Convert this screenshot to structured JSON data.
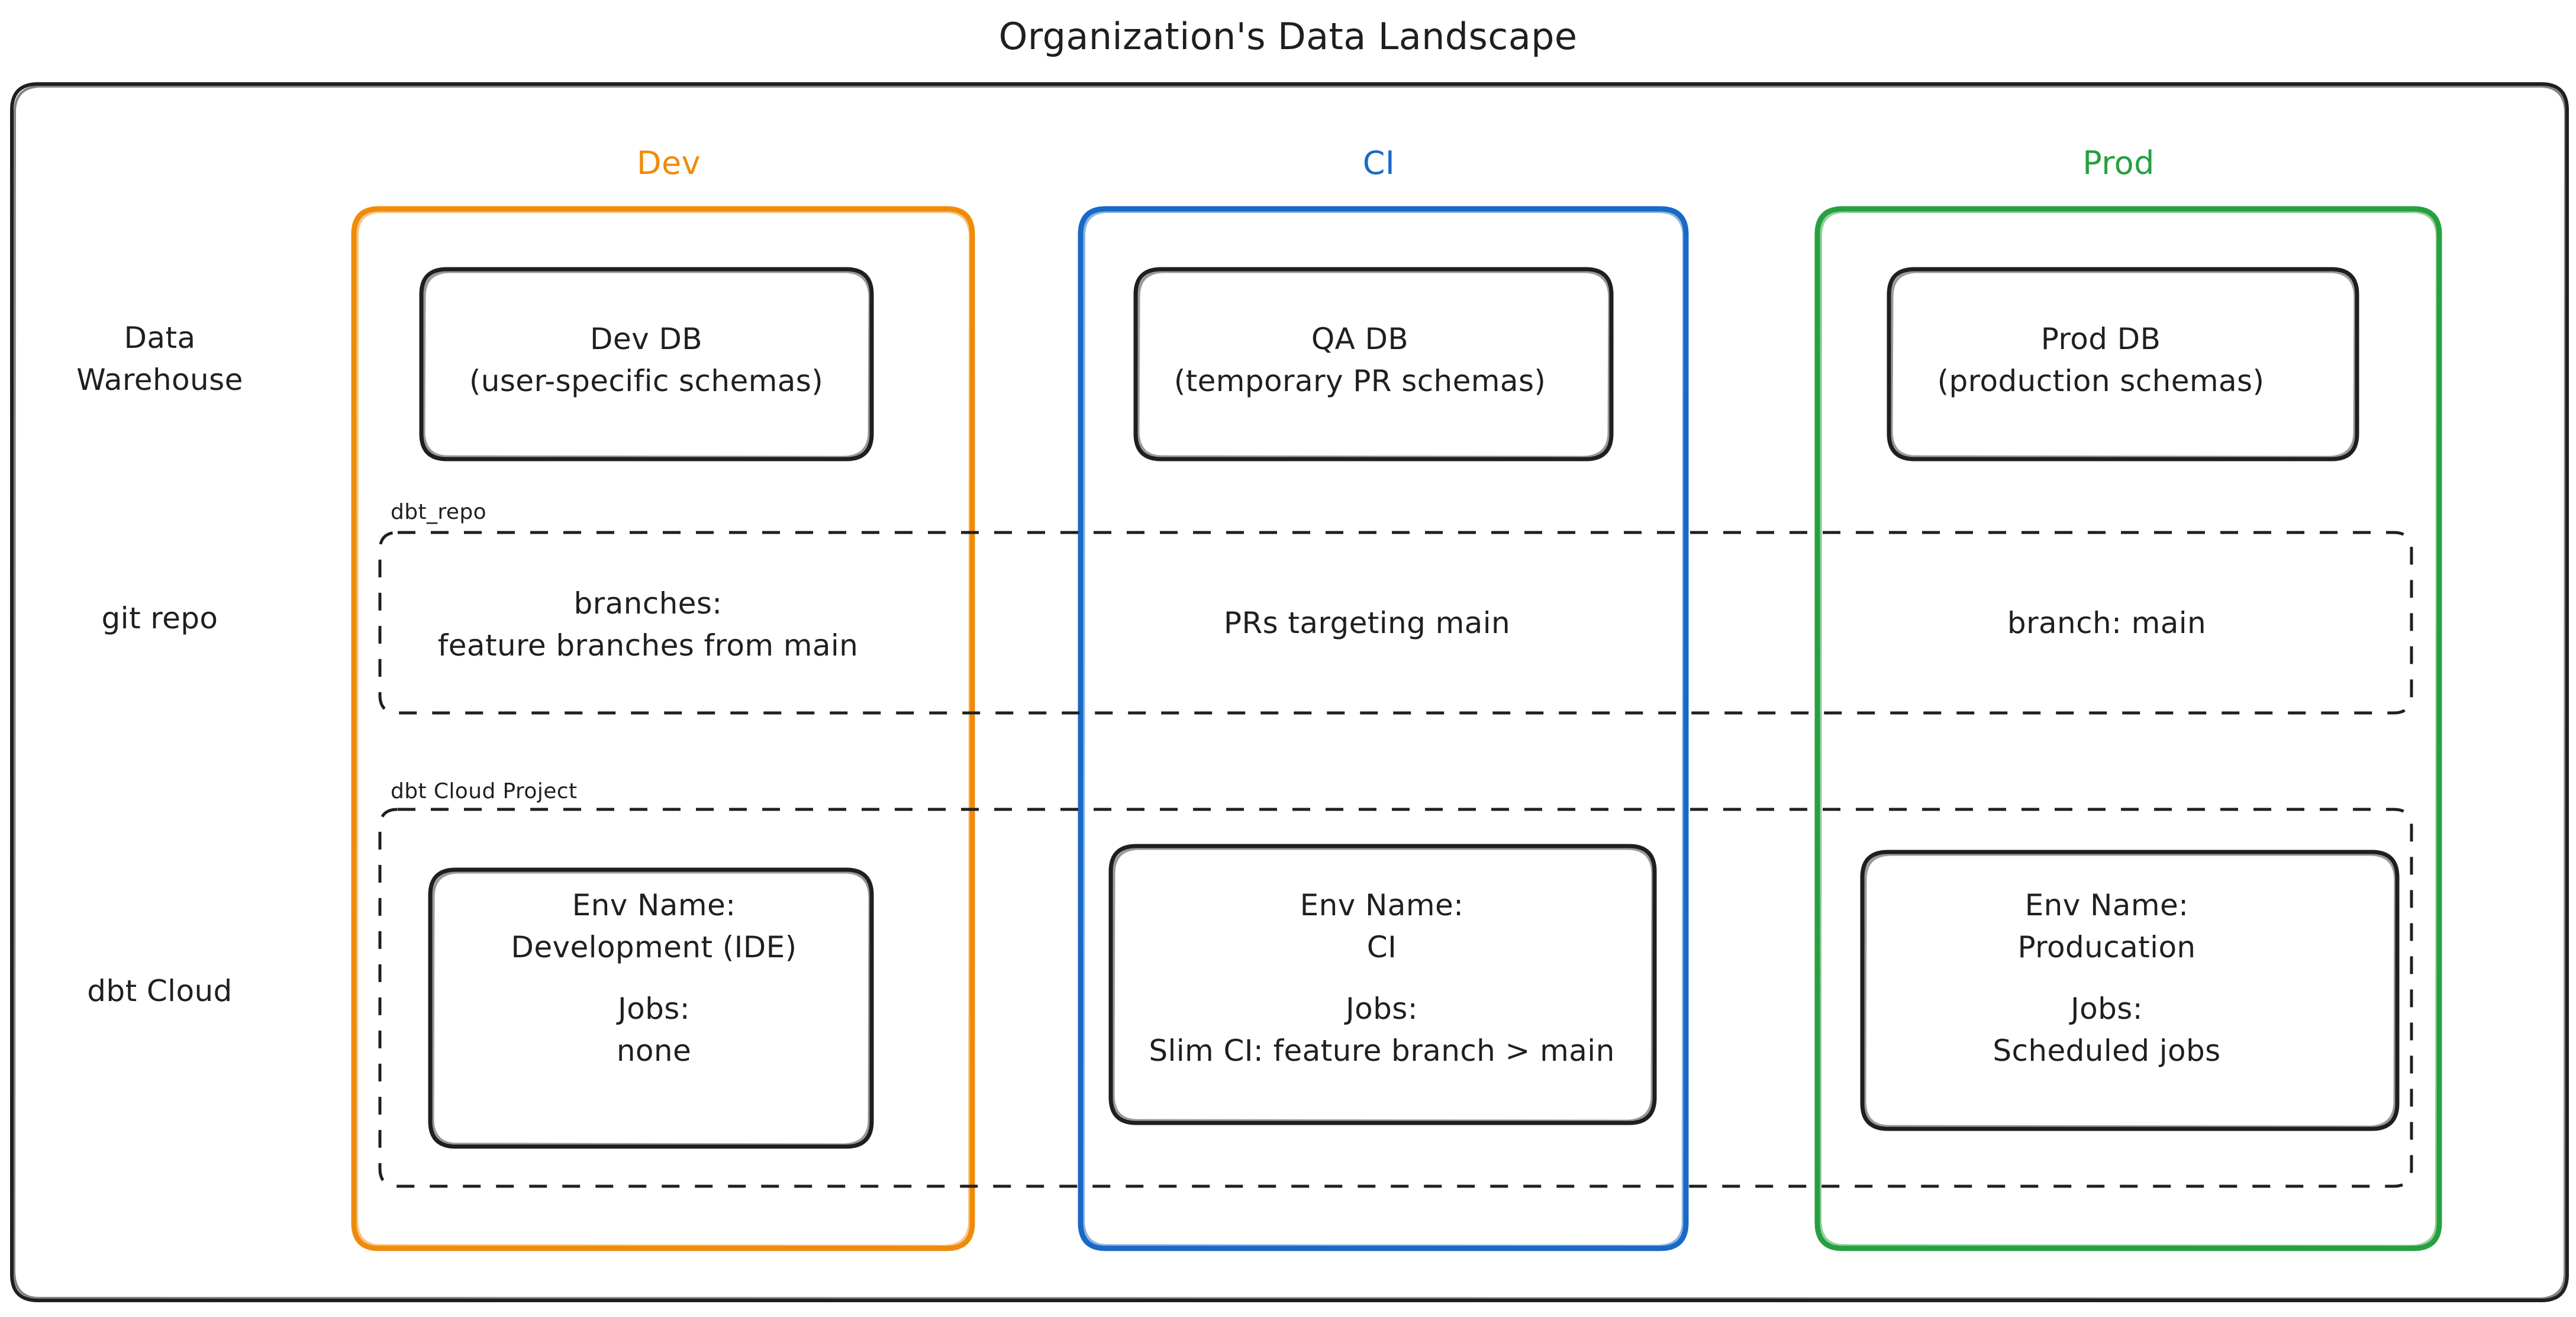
{
  "diagram": {
    "title": "Organization's Data Landscape",
    "style": "hand-drawn",
    "frame_color": "#1f1f1f",
    "background": "#ffffff"
  },
  "columns": [
    {
      "id": "dev",
      "label": "Dev",
      "color": "#EF8B0A"
    },
    {
      "id": "ci",
      "label": "CI",
      "color": "#1969C6"
    },
    {
      "id": "prod",
      "label": "Prod",
      "color": "#27A03F"
    }
  ],
  "rows": [
    {
      "id": "data-warehouse",
      "label": "Data\nWarehouse"
    },
    {
      "id": "git-repo",
      "label": "git repo"
    },
    {
      "id": "dbt-cloud",
      "label": "dbt Cloud"
    }
  ],
  "groups": [
    {
      "id": "dbt-repo",
      "label": "dbt_repo",
      "row": "git-repo",
      "border": "dashed"
    },
    {
      "id": "dbt-cloud-project",
      "label": "dbt Cloud Project",
      "row": "dbt-cloud",
      "border": "dashed"
    }
  ],
  "cells": {
    "data_warehouse": {
      "dev": {
        "title": "Dev DB",
        "detail": "(user-specific schemas)",
        "text": "Dev DB\n(user-specific schemas)"
      },
      "ci": {
        "title": "QA DB",
        "detail": "(temporary PR schemas)",
        "text": "QA DB\n(temporary PR schemas)"
      },
      "prod": {
        "title": "Prod DB",
        "detail": "(production schemas)",
        "text": "Prod DB\n(production schemas)"
      }
    },
    "git_repo": {
      "dev": {
        "text": "branches:\nfeature branches from main"
      },
      "ci": {
        "text": "PRs targeting main"
      },
      "prod": {
        "text": "branch: main"
      }
    },
    "dbt_cloud": {
      "dev": {
        "env_label": "Env Name:",
        "env_value": "Development (IDE)",
        "jobs_label": "Jobs:",
        "jobs_value": "none",
        "text": "Env Name:\nDevelopment (IDE)",
        "text2": "Jobs:\nnone"
      },
      "ci": {
        "env_label": "Env Name:",
        "env_value": "CI",
        "jobs_label": "Jobs:",
        "jobs_value": "Slim CI: feature branch > main",
        "text": "Env Name:\nCI",
        "text2": "Jobs:\nSlim CI: feature branch > main"
      },
      "prod": {
        "env_label": "Env Name:",
        "env_value": "Producation",
        "jobs_label": "Jobs:",
        "jobs_value": "Scheduled jobs",
        "text": "Env Name:\nProducation",
        "text2": "Jobs:\nScheduled jobs"
      }
    }
  }
}
